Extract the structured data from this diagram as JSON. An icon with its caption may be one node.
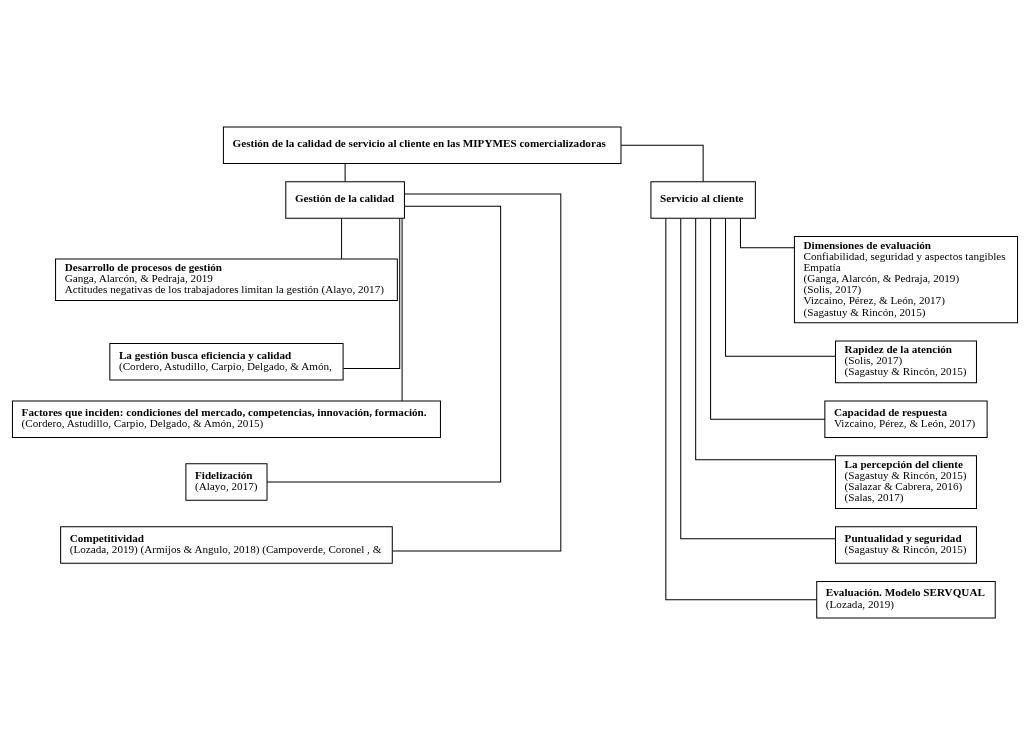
{
  "diagram": {
    "nodes": [
      {
        "text": [
          "Gestión de la calidad de servicio al cliente en las MIPYMES comercializadoras"
        ]
      },
      {
        "text": [
          "Gestión de la calidad"
        ]
      },
      {
        "text": [
          "Servicio al cliente"
        ]
      },
      {
        "text": [
          "Desarrollo de procesos de gestión",
          "Ganga, Alarcón, & Pedraja, 2019",
          "Actitudes negativas de los trabajadores limitan la gestión (Alayo, 2017)"
        ]
      },
      {
        "text": [
          "La gestión busca eficiencia y calidad",
          "(Cordero, Astudillo, Carpio, Delgado, & Amón,"
        ]
      },
      {
        "text": [
          "Factores que inciden: condiciones del mercado, competencias, innovación, formación.",
          "(Cordero, Astudillo, Carpio, Delgado, & Amón, 2015)"
        ]
      },
      {
        "text": [
          "Fidelización",
          "(Alayo, 2017)"
        ]
      },
      {
        "text": [
          "Competitividad",
          "(Lozada, 2019) (Armijos & Angulo, 2018) (Campoverde, Coronel , &"
        ]
      },
      {
        "text": [
          "Dimensiones de evaluación",
          "Confiabilidad, seguridad y aspectos tangibles",
          "Empatía",
          "(Ganga, Alarcón, & Pedraja, 2019)",
          "(Solis, 2017)",
          "Vizcaino, Pérez, & León, 2017)",
          "(Sagastuy & Rincón, 2015)"
        ]
      },
      {
        "text": [
          "Rapidez de la atención",
          "(Solis, 2017)",
          "(Sagastuy & Rincón, 2015)"
        ]
      },
      {
        "text": [
          "Capacidad de respuesta",
          "Vizcaino, Pérez, & León, 2017)"
        ]
      },
      {
        "text": [
          "La percepción del cliente",
          "(Sagastuy & Rincón, 2015)",
          "(Salazar & Cabrera, 2016)",
          "(Salas, 2017)"
        ]
      },
      {
        "text": [
          "Puntualidad y seguridad",
          "(Sagastuy & Rincón, 2015)"
        ]
      },
      {
        "text": [
          "Evaluación. Modelo SERVQUAL",
          "(Lozada, 2019)"
        ]
      }
    ],
    "edges": [
      {
        "from": 0,
        "to": 1,
        "arrow": "none"
      },
      {
        "from": 0,
        "to": 2,
        "arrow": "none"
      },
      {
        "from": 1,
        "to": 3,
        "arrow": "none"
      },
      {
        "from": 1,
        "to": 4,
        "arrow": "none"
      },
      {
        "from": 1,
        "to": 5,
        "arrow": "none"
      },
      {
        "from": 1,
        "to": 6,
        "arrow": "none"
      },
      {
        "from": 1,
        "to": 7,
        "arrow": "none"
      },
      {
        "from": 2,
        "to": 8,
        "arrow": "none"
      },
      {
        "from": 2,
        "to": 9,
        "arrow": "none"
      },
      {
        "from": 2,
        "to": 10,
        "arrow": "none"
      },
      {
        "from": 2,
        "to": 11,
        "arrow": "none"
      },
      {
        "from": 2,
        "to": 12,
        "arrow": "none"
      },
      {
        "from": 2,
        "to": 13,
        "arrow": "none"
      }
    ]
  }
}
